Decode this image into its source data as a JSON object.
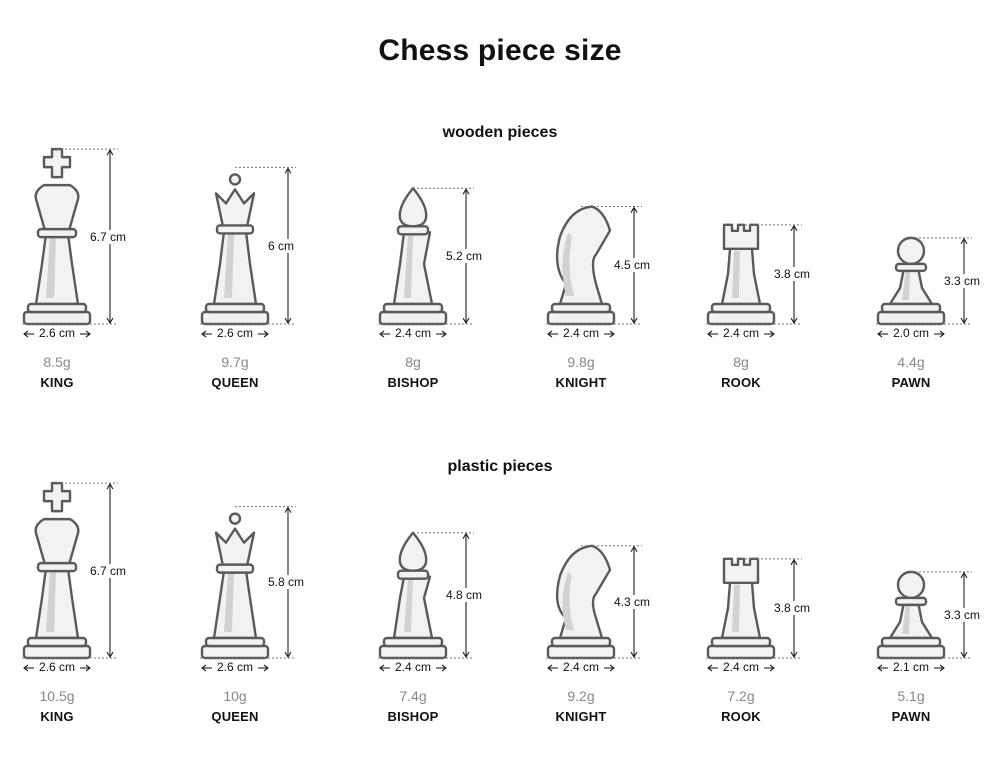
{
  "title": "Chess piece size",
  "sections": [
    {
      "title": "wooden pieces",
      "pieces": [
        {
          "type": "king",
          "name": "KING",
          "height": "6.7 cm",
          "width": "2.6 cm",
          "weight": "8.5g",
          "height_cm": 6.7
        },
        {
          "type": "queen",
          "name": "QUEEN",
          "height": "6 cm",
          "width": "2.6 cm",
          "weight": "9.7g",
          "height_cm": 6.0
        },
        {
          "type": "bishop",
          "name": "BISHOP",
          "height": "5.2 cm",
          "width": "2.4 cm",
          "weight": "8g",
          "height_cm": 5.2
        },
        {
          "type": "knight",
          "name": "KNIGHT",
          "height": "4.5 cm",
          "width": "2.4 cm",
          "weight": "9.8g",
          "height_cm": 4.5
        },
        {
          "type": "rook",
          "name": "ROOK",
          "height": "3.8 cm",
          "width": "2.4 cm",
          "weight": "8g",
          "height_cm": 3.8
        },
        {
          "type": "pawn",
          "name": "PAWN",
          "height": "3.3 cm",
          "width": "2.0 cm",
          "weight": "4.4g",
          "height_cm": 3.3
        }
      ]
    },
    {
      "title": "plastic pieces",
      "pieces": [
        {
          "type": "king",
          "name": "KING",
          "height": "6.7 cm",
          "width": "2.6 cm",
          "weight": "10.5g",
          "height_cm": 6.7
        },
        {
          "type": "queen",
          "name": "QUEEN",
          "height": "5.8 cm",
          "width": "2.6 cm",
          "weight": "10g",
          "height_cm": 5.8
        },
        {
          "type": "bishop",
          "name": "BISHOP",
          "height": "4.8 cm",
          "width": "2.4 cm",
          "weight": "7.4g",
          "height_cm": 4.8
        },
        {
          "type": "knight",
          "name": "KNIGHT",
          "height": "4.3 cm",
          "width": "2.4 cm",
          "weight": "9.2g",
          "height_cm": 4.3
        },
        {
          "type": "rook",
          "name": "ROOK",
          "height": "3.8 cm",
          "width": "2.4 cm",
          "weight": "7.2g",
          "height_cm": 3.8
        },
        {
          "type": "pawn",
          "name": "PAWN",
          "height": "3.3 cm",
          "width": "2.1 cm",
          "weight": "5.1g",
          "height_cm": 3.3
        }
      ]
    }
  ],
  "colors": {
    "outline": "#5a5a5a",
    "fill": "#f2f2f2",
    "shade": "#d2d2d2",
    "guide": "#777777",
    "weight_text": "#888888"
  }
}
